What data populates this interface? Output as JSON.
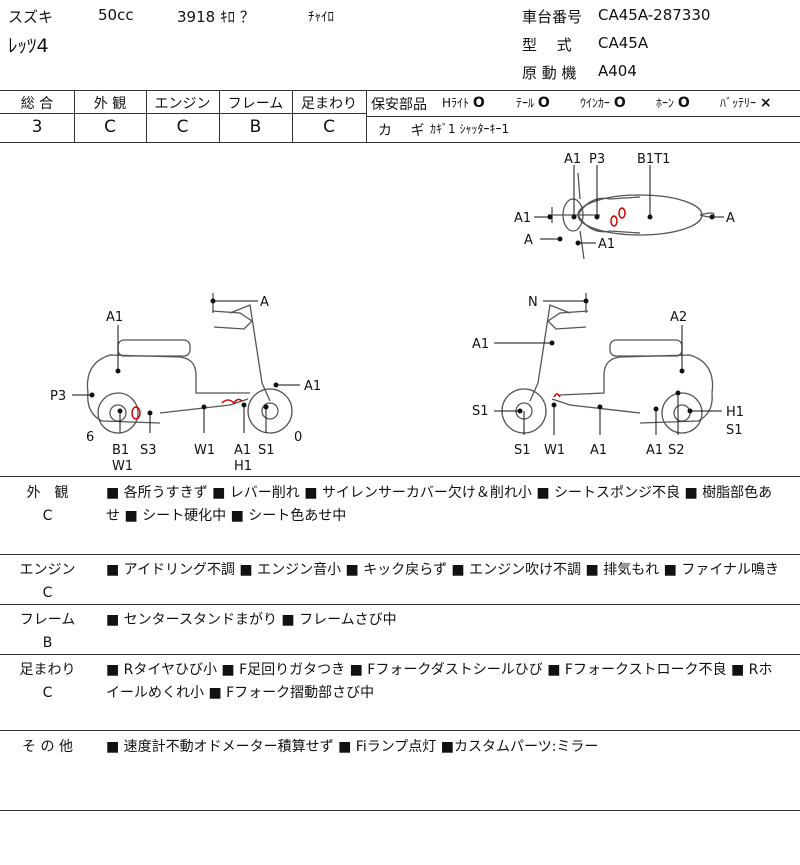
{
  "header": {
    "maker": "スズキ",
    "cc": "50cc",
    "mileage": "3918 ｷﾛ ？",
    "color": "ﾁｬｲﾛ",
    "model_name": "ﾚｯﾂ4",
    "frame_no_label": "車台番号",
    "frame_no": "CA45A-287330",
    "type_label": "型　 式",
    "type_value": "CA45A",
    "engine_label": "原 動 機",
    "engine_value": "A404"
  },
  "grades": {
    "headers": [
      "総 合",
      "外 観",
      "エンジン",
      "フレーム",
      "足まわり"
    ],
    "values": [
      "3",
      "C",
      "C",
      "B",
      "C"
    ]
  },
  "safety": {
    "label": "保安部品",
    "items": [
      {
        "name": "Hﾗｲﾄ",
        "mark": "O"
      },
      {
        "name": "ﾃｰﾙ",
        "mark": "O"
      },
      {
        "name": "ｳｲﾝｶｰ",
        "mark": "O"
      },
      {
        "name": "ﾎｰﾝ",
        "mark": "O"
      },
      {
        "name": "ﾊﾞｯﾃﾘｰ",
        "mark": "×"
      }
    ],
    "key_label": "カ　 ギ",
    "key_value": "ｶｷﾞ1 ｼｬｯﾀｰｷｰ1"
  },
  "diagram": {
    "top": [
      "A1",
      "P3",
      "B1T1",
      "A1",
      "A",
      "A",
      "A1"
    ],
    "left": [
      "A",
      "A1",
      "A1",
      "P3",
      "6",
      "B1",
      "W1",
      "S3",
      "W1",
      "A1",
      "H1",
      "S1",
      "0"
    ],
    "right": [
      "N",
      "A1",
      "A2",
      "A1",
      "S1",
      "S1",
      "W1",
      "A1",
      "A1",
      "S2",
      "H1",
      "S1"
    ]
  },
  "sections": [
    {
      "title": "外　観",
      "grade": "C",
      "text": "■ 各所うすきず ■ レバー削れ ■ サイレンサーカバー欠け＆削れ小 ■ シートスポンジ不良 ■ 樹脂部色あせ ■ シート硬化中 ■ シート色あせ中"
    },
    {
      "title": "エンジン",
      "grade": "C",
      "text": "■ アイドリング不調 ■ エンジン音小 ■ キック戻らず ■ エンジン吹け不調 ■ 排気もれ ■ ファイナル鳴き"
    },
    {
      "title": "フレーム",
      "grade": "B",
      "text": "■ センタースタンドまがり ■ フレームさび中"
    },
    {
      "title": "足まわり",
      "grade": "C",
      "text": "■ Rタイヤひび小 ■ F足回りガタつき ■ Fフォークダストシールひび ■ Fフォークストローク不良 ■ Rホイールめくれ小 ■ Fフォーク摺動部さび中"
    },
    {
      "title": "そ の 他",
      "grade": "",
      "text": "■ 速度計不動オドメーター積算せず ■ Fiランプ点灯 ■カスタムパーツ:ミラー"
    }
  ]
}
